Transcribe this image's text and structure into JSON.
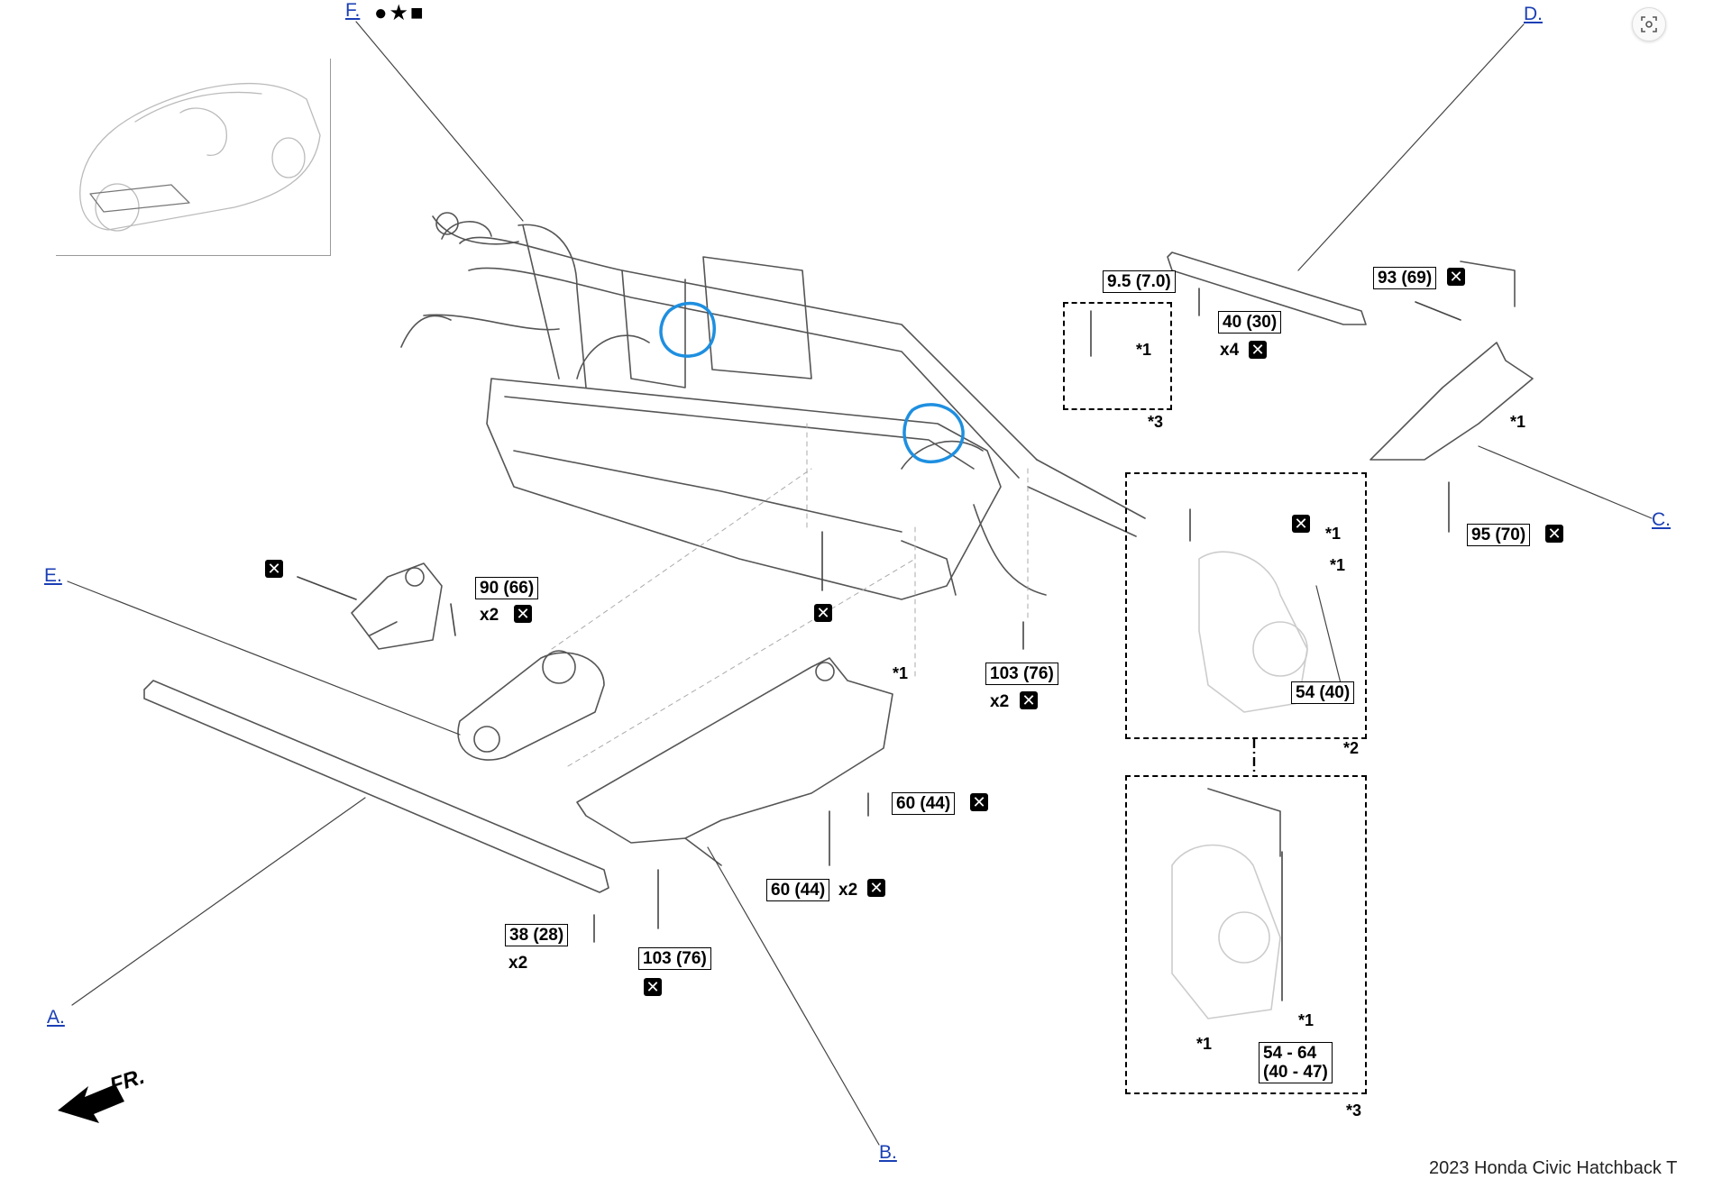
{
  "callouts": {
    "a": "A.",
    "b": "B.",
    "c": "C.",
    "d": "D.",
    "e": "E.",
    "f": "F."
  },
  "f_symbols": "●★■",
  "direction": "FR.",
  "torques": {
    "t1": "9.5 (7.0)",
    "t2": "40 (30)",
    "t3": "93 (69)",
    "t4": "95 (70)",
    "t5": "90 (66)",
    "t6": "103 (76)",
    "t7": "54 (40)",
    "t8": "60 (44)",
    "t9": "60 (44)",
    "t10": "38 (28)",
    "t11": "103 (76)",
    "t12_line1": "54 - 64",
    "t12_line2": "(40 - 47)"
  },
  "quantities": {
    "q1": "x4",
    "q2": "x2",
    "q3": "x2",
    "q4": "x2",
    "q5": "x2"
  },
  "notes": {
    "n1": "*1",
    "n2": "*3",
    "n3": "*1",
    "n4": "*1",
    "n5": "*1",
    "n6": "*1",
    "n7": "*2",
    "n8": "*1",
    "n9": "*1",
    "n10": "*3"
  },
  "footer": "2023 Honda Civic Hatchback T",
  "colors": {
    "callout_link": "#1a3fb5",
    "highlight_circle": "#1e8fe0",
    "line_art": "#555555",
    "faded_art": "#cccccc"
  },
  "icons": {
    "replace": "boxed-x-icon",
    "direction": "arrow-front-icon",
    "screen": "screen-capture-icon"
  }
}
